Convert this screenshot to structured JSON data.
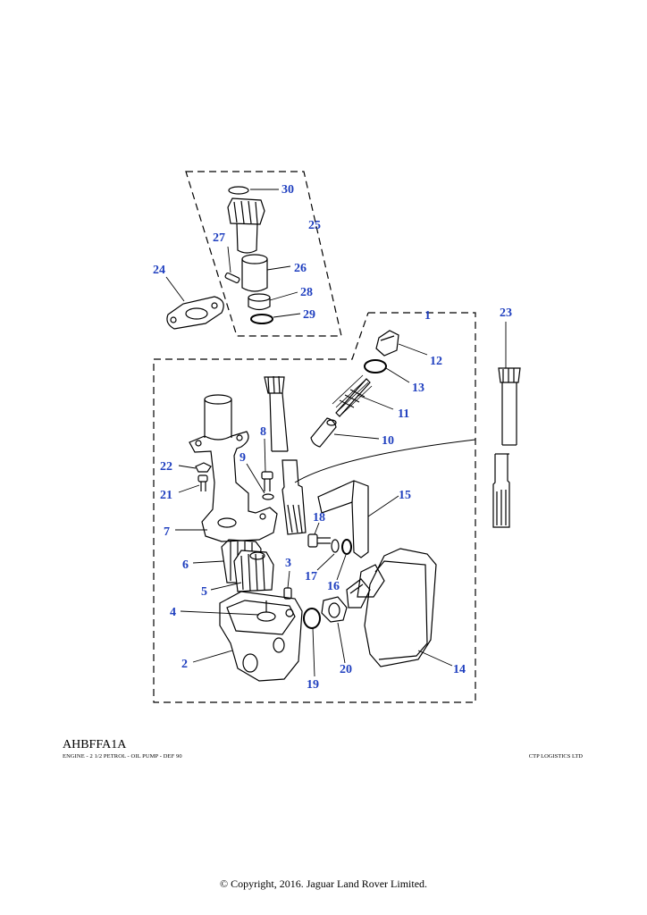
{
  "drawing": {
    "code": "AHBFFA1A",
    "subtitle": "ENGINE - 2 1/2 PETROL - OIL PUMP - DEF 90",
    "company": "CTP LOGISTICS LTD",
    "copyright": "© Copyright, 2016. Jaguar Land Rover Limited."
  },
  "callouts": [
    "1",
    "2",
    "3",
    "4",
    "5",
    "6",
    "7",
    "8",
    "9",
    "10",
    "11",
    "12",
    "13",
    "14",
    "15",
    "16",
    "17",
    "18",
    "19",
    "20",
    "21",
    "22",
    "23",
    "24",
    "25",
    "26",
    "27",
    "28",
    "29",
    "30"
  ],
  "colors": {
    "callout": "#1f3fbf",
    "line": "#000000",
    "background": "#ffffff"
  }
}
